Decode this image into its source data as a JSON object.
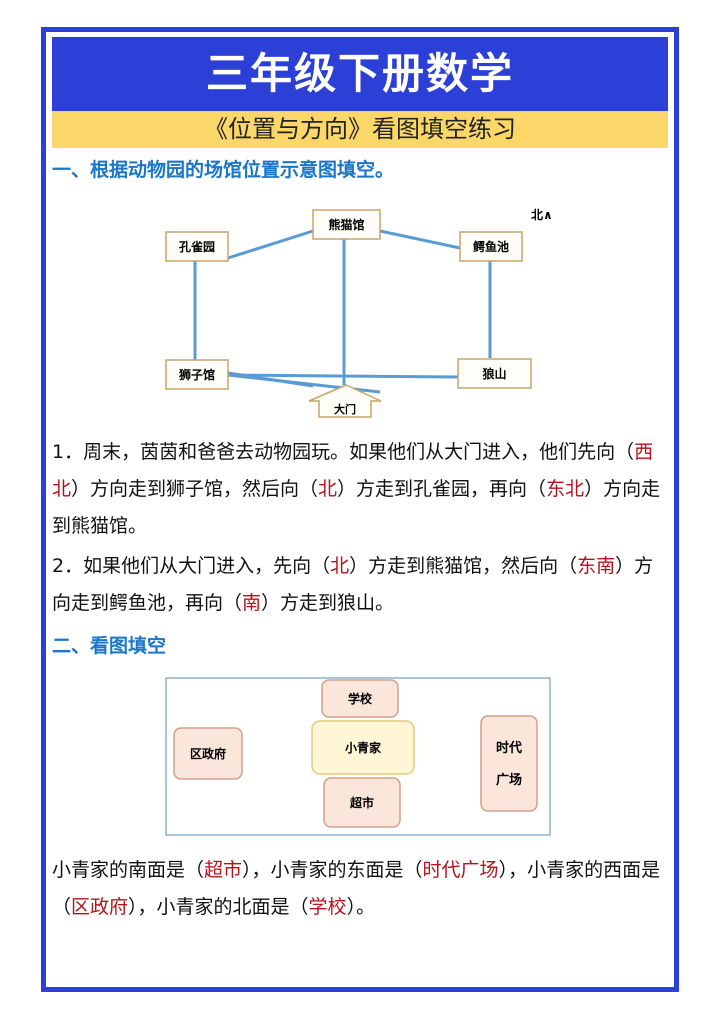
{
  "header": {
    "title": "三年级下册数学",
    "subtitle": "《位置与方向》看图填空练习"
  },
  "section1": {
    "heading": "一、根据动物园的场馆位置示意图填空。",
    "map": {
      "compass": "北∧",
      "nodes": {
        "panda": "熊猫馆",
        "peacock": "孔雀园",
        "crocodile": "鳄鱼池",
        "lion": "狮子馆",
        "wolf": "狼山",
        "gate": "大门"
      }
    },
    "q1": {
      "p1": "1．周末，茵茵和爸爸去动物园玩。如果他们从大门进入，他们先向（",
      "a1": "西北",
      "p2": "）方向走到狮子馆，然后向（",
      "a2": "北",
      "p3": "）方走到孔雀园，再向（",
      "a3": "东北",
      "p4": "）方向走到熊猫馆。"
    },
    "q2": {
      "p1": "2．如果他们从大门进入，先向（",
      "a1": "北",
      "p2": "）方走到熊猫馆，然后向（",
      "a2": "东南",
      "p3": "）方向走到鳄鱼池，再向（",
      "a3": "南",
      "p4": "）方走到狼山。"
    }
  },
  "section2": {
    "heading": "二、看图填空",
    "map": {
      "school": "学校",
      "home": "小青家",
      "market": "超市",
      "district": "区政府",
      "plaza_line1": "时代",
      "plaza_line2": "广场"
    },
    "answer": {
      "p1": "小青家的南面是（",
      "a1": "超市",
      "p2": "），小青家的东面是（",
      "a2": "时代广场",
      "p3": "），小青家的西面是（",
      "a3": "区政府",
      "p4": "），小青家的北面是（",
      "a4": "学校",
      "p5": "）。"
    }
  },
  "colors": {
    "frame": "#2c3fd6",
    "title_bg": "#2c3fd6",
    "subtitle_bg": "#fbd76a",
    "heading": "#1976c8",
    "answer": "#b3141b",
    "map_line": "#5b9bd5"
  }
}
